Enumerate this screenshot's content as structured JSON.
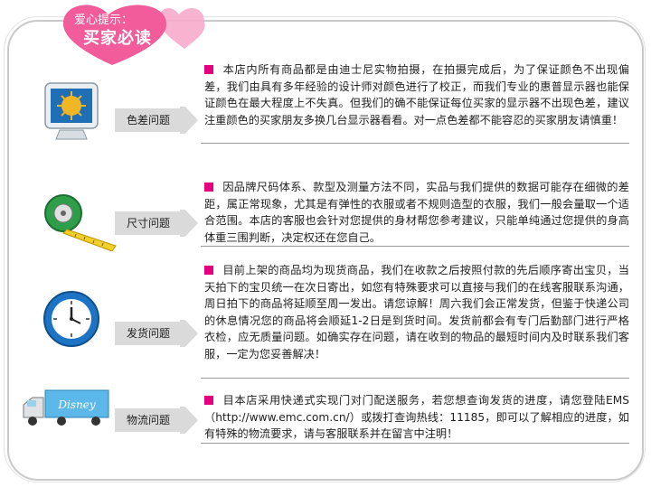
{
  "header": {
    "line1": "爱心提示：",
    "line2": "买家必读"
  },
  "colors": {
    "accent": "#e4007f",
    "heart": "#f25c9a",
    "heart_light": "#f7a6c9",
    "label_bg": "#dadada"
  },
  "sections": [
    {
      "icon": "monitor-icon",
      "label": "色差问题",
      "text": "本店内所有商品都是由迪士尼实物拍摄，在拍摄完成后，为了保证颜色不出现偏差，我们由具有多年经验的设计师对颜色进行了校正，而我们专业的惠普显示器也能保证颜色在最大程度上不失真。但我们的确不能保证每位买家的显示器不出现色差，建议注重颜色的买家朋友多换几台显示器看看。对一点色差都不能容忍的买家朋友请慎重！"
    },
    {
      "icon": "tape-measure-icon",
      "label": "尺寸问题",
      "text": "因品牌尺码体系、款型及测量方法不同，实品与我们提供的数据可能存在细微的差距，属正常现象，尤其是有弹性的衣服或者不规则造型的衣服，我们一般会量取一个适合范围。本店的客服也会针对您提供的身材帮您参考建议，只能单纯通过您提供的身高体重三围判断，决定权还在您自己。"
    },
    {
      "icon": "clock-icon",
      "label": "发货问题",
      "text": "目前上架的商品均为现货商品，我们在收款之后按照付款的先后顺序寄出宝贝，当天拍下的宝贝统一在次日寄出，如您有特殊要求可以直接与我们的在线客服联系沟通，周日拍下的商品将延顺至周一发出。请您谅解！周六我们会正常发货，但鉴于快递公司的休息情况您的商品将会顺延1-2日是到货时间。发货前都会有专门后勤部门进行严格衣检，应无质量问题。如确实存在问题，请在收到的物品的最短时间内及时联系我们客服，一定为您妥善解决！"
    },
    {
      "icon": "delivery-truck-icon",
      "label": "物流问题",
      "truck_brand": "Disney",
      "text": "目本店采用快递式实现门对门配送服务，若您想查询发货的进度，请您登陆EMS（http://www.emc.com.cn/）或拨打查询热线：11185，即可以了解相应的进度，如有特殊的物流要求，请与客服联系并在留言中注明！"
    }
  ]
}
